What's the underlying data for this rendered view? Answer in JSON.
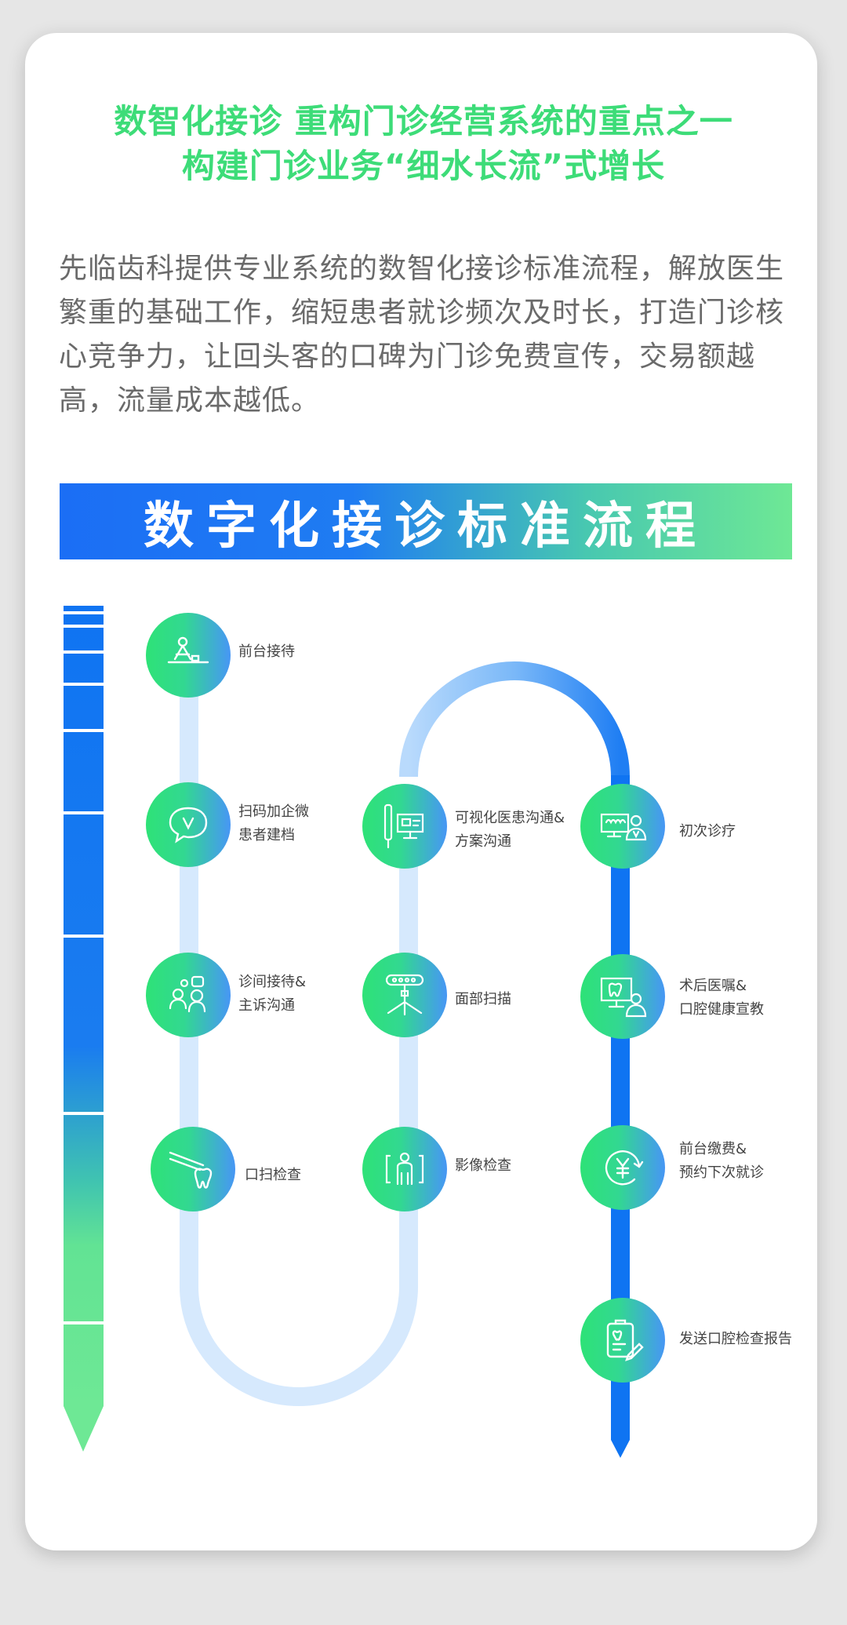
{
  "header": {
    "line1": "数智化接诊  重构门诊经营系统的重点之一",
    "line2": "构建门诊业务“细水长流”式增长"
  },
  "intro": {
    "text": "先临齿科提供专业系统的数智化接诊标准流程，解放医生繁重的基础工作，缩短患者就诊频次及时长，打造门诊核心竞争力，让回头客的口碑为门诊免费宣传，交易额越高，流量成本越低。"
  },
  "banner": {
    "title": "数字化接诊标准流程"
  },
  "colors": {
    "title_green": "#3ddc78",
    "primary_blue": "#0f74f2",
    "light_blue_track": "#d3e8fd",
    "node_green": "#2ee277",
    "node_blue": "#4796f5"
  },
  "steps": [
    {
      "lines": [
        "前台接待"
      ],
      "icon": "reception-desk-icon"
    },
    {
      "lines": [
        "扫码加企微",
        "患者建档"
      ],
      "icon": "wechat-scan-icon"
    },
    {
      "lines": [
        "诊间接待&",
        "主诉沟通"
      ],
      "icon": "consultation-icon"
    },
    {
      "lines": [
        "口扫检查"
      ],
      "icon": "intraoral-scan-icon"
    },
    {
      "lines": [
        "影像检查"
      ],
      "icon": "xray-icon"
    },
    {
      "lines": [
        "面部扫描"
      ],
      "icon": "face-scanner-icon"
    },
    {
      "lines": [
        "可视化医患沟通&",
        "方案沟通"
      ],
      "icon": "visual-communication-icon"
    },
    {
      "lines": [
        "初次诊疗"
      ],
      "icon": "first-treatment-icon"
    },
    {
      "lines": [
        "术后医嘱&",
        "口腔健康宣教"
      ],
      "icon": "post-care-icon"
    },
    {
      "lines": [
        "前台缴费&",
        "预约下次就诊"
      ],
      "icon": "payment-icon"
    },
    {
      "lines": [
        "发送口腔检查报告"
      ],
      "icon": "report-icon"
    }
  ]
}
